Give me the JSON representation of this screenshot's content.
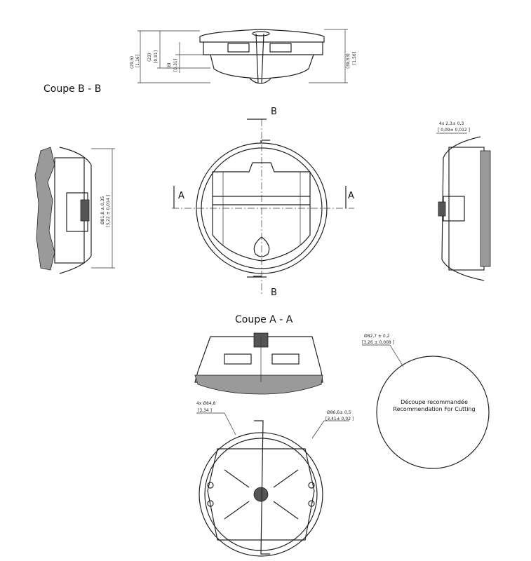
{
  "sections": {
    "bb_title": "Coupe B - B",
    "aa_title": "Coupe A - A",
    "marker_b": "B",
    "marker_a": "A"
  },
  "dimensions": {
    "h_total": "(29,5)",
    "h_total_in": "[1,16]",
    "h_mid": "(23)",
    "h_mid_in": "[0,91]",
    "h_small": "(8)",
    "h_small_in": "[0,31]",
    "h_right": "(39,53)",
    "h_right_in": "[1,56]",
    "diameter_side": "Ø81,8 ± 0,35",
    "diameter_side_in": "[3,22 ± 0,014 ]",
    "clip": "4x 2,3± 0,3",
    "clip_in": "[ 0,09± 0,012 ]",
    "holes": "4x Ø84,8",
    "holes_in": "[3,34 ]",
    "outer": "Ø86,6± 0,5",
    "outer_in": "[3,41± 0,02 ]",
    "cut": "Ø82,7 ± 0,2",
    "cut_in": "[3,26 ± 0,008 ]"
  },
  "cutout": {
    "line1": "Découpe recommandée",
    "line2": "Recommendation For Cutting"
  }
}
